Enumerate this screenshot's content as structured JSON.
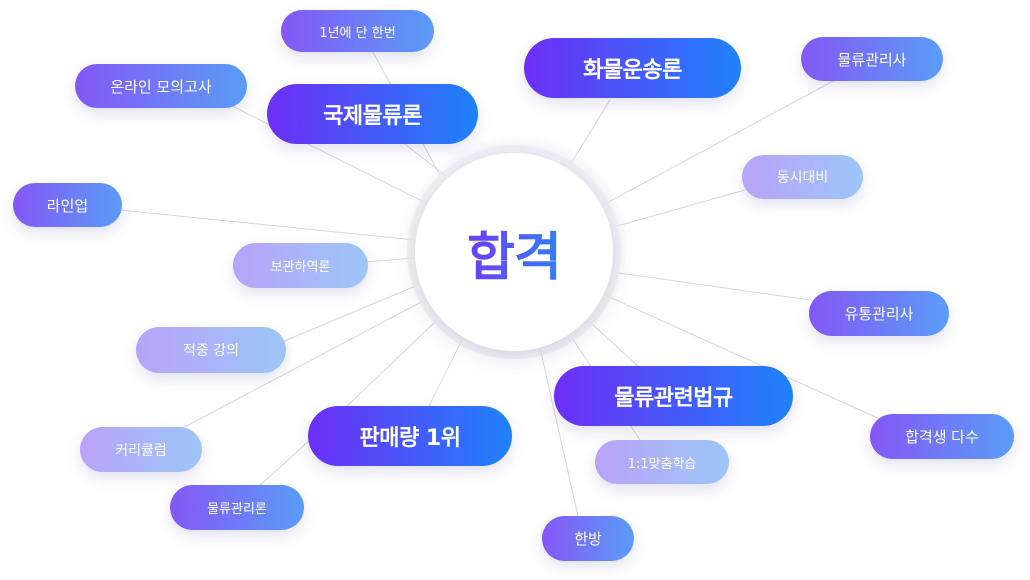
{
  "center": {
    "label": "합격"
  },
  "topics": [
    {
      "id": "t1",
      "label": "1년에 단 한번"
    },
    {
      "id": "t2",
      "label": "온라인 모의고사"
    },
    {
      "id": "t3",
      "label": "국제물류론"
    },
    {
      "id": "t4",
      "label": "화물운송론"
    },
    {
      "id": "t5",
      "label": "물류관리사"
    },
    {
      "id": "t6",
      "label": "동시대비"
    },
    {
      "id": "t7",
      "label": "라인업"
    },
    {
      "id": "t8",
      "label": "보관하역론"
    },
    {
      "id": "t9",
      "label": "유통관리사"
    },
    {
      "id": "t10",
      "label": "적중 강의"
    },
    {
      "id": "t11",
      "label": "물류관련법규"
    },
    {
      "id": "t12",
      "label": "합격생 다수"
    },
    {
      "id": "t13",
      "label": "커리큘럼"
    },
    {
      "id": "t14",
      "label": "판매량 1위"
    },
    {
      "id": "t15",
      "label": "1:1맞춤학습"
    },
    {
      "id": "t16",
      "label": "물류관리론"
    },
    {
      "id": "t17",
      "label": "한방"
    }
  ]
}
